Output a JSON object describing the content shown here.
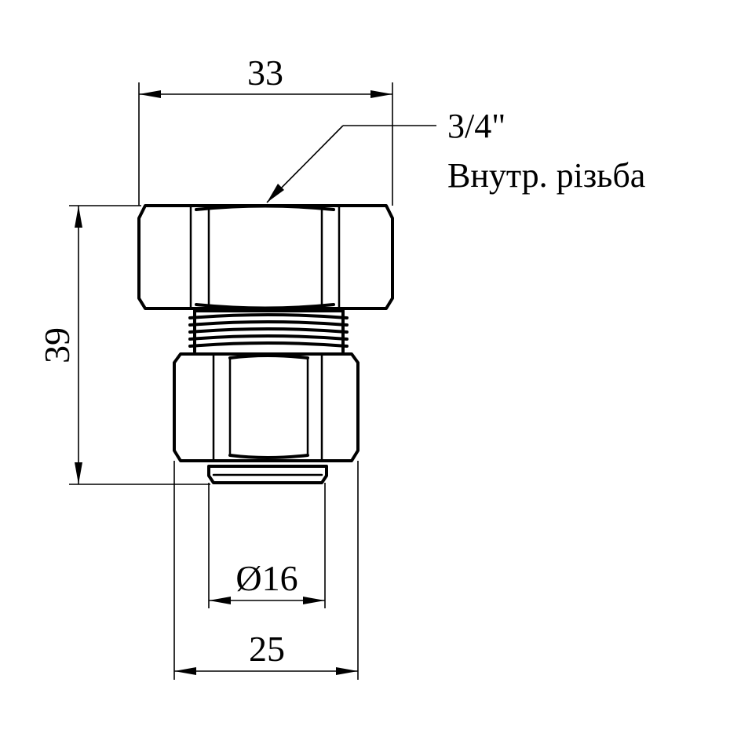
{
  "dimensions": {
    "width_top": "33",
    "height_total": "39",
    "pipe_diameter": "Ø16",
    "width_bottom": "25"
  },
  "annotation": {
    "thread_size": "3/4\"",
    "thread_type": "Внутр. різьба"
  }
}
